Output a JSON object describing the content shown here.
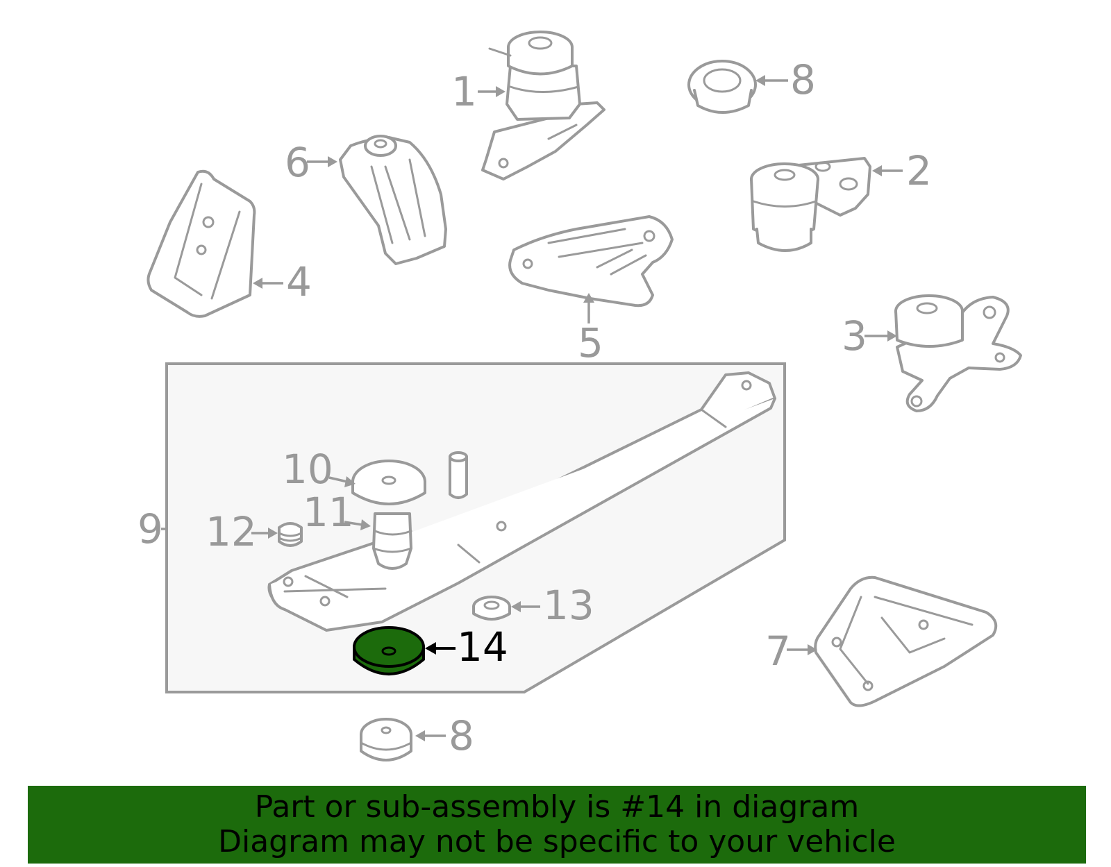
{
  "callouts": {
    "c1": "1",
    "c2": "2",
    "c3": "3",
    "c4": "4",
    "c5": "5",
    "c6": "6",
    "c7": "7",
    "c8_top": "8",
    "c8_bottom": "8",
    "c9": "9",
    "c10": "10",
    "c11": "11",
    "c12": "12",
    "c13": "13",
    "c14": "14"
  },
  "highlighted_part": "14",
  "colors": {
    "highlight": "#1c6b0c",
    "line_art": "#9a9a9a",
    "subassembly_box": "#f7f7f7"
  },
  "footer": {
    "line1": "Part or sub-assembly is #14 in diagram",
    "line2": "Diagram may not be specific to your vehicle"
  }
}
